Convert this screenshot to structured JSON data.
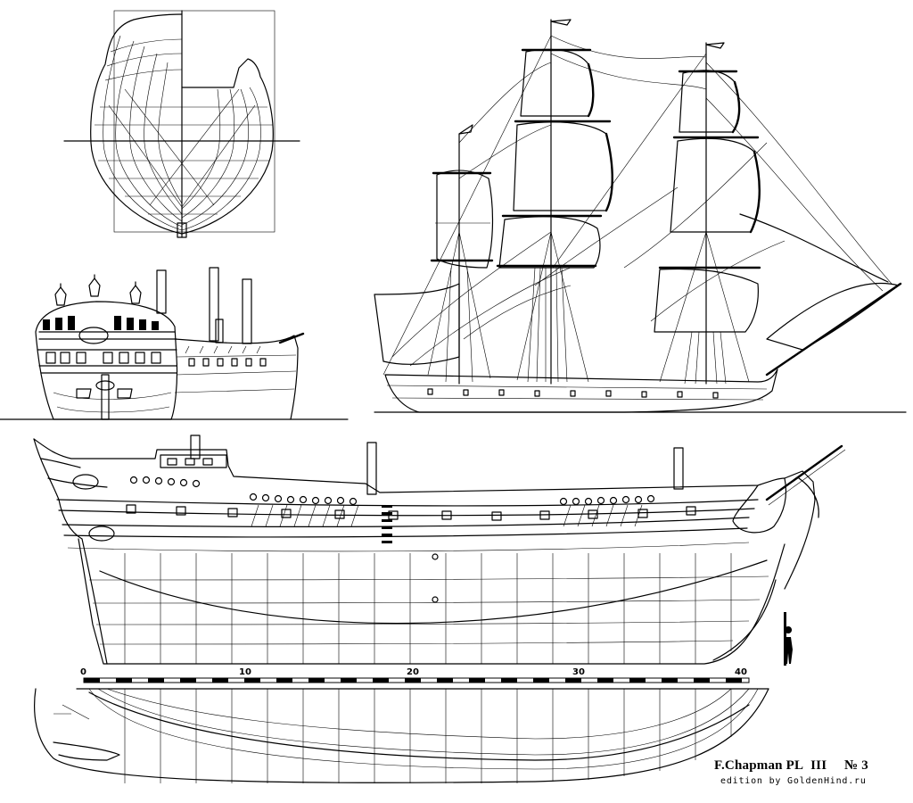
{
  "plate": {
    "author": "F.Chapman",
    "plate": "PL",
    "plate_roman": "III",
    "number": "№ 3",
    "edition": "edition by GoldenHind.ru"
  },
  "scale_bar": {
    "labels": [
      "0",
      "10",
      "20",
      "30",
      "40"
    ]
  },
  "views": [
    "body-plan",
    "stern-view",
    "sail-plan",
    "sheer-plan",
    "half-breadth-plan"
  ]
}
